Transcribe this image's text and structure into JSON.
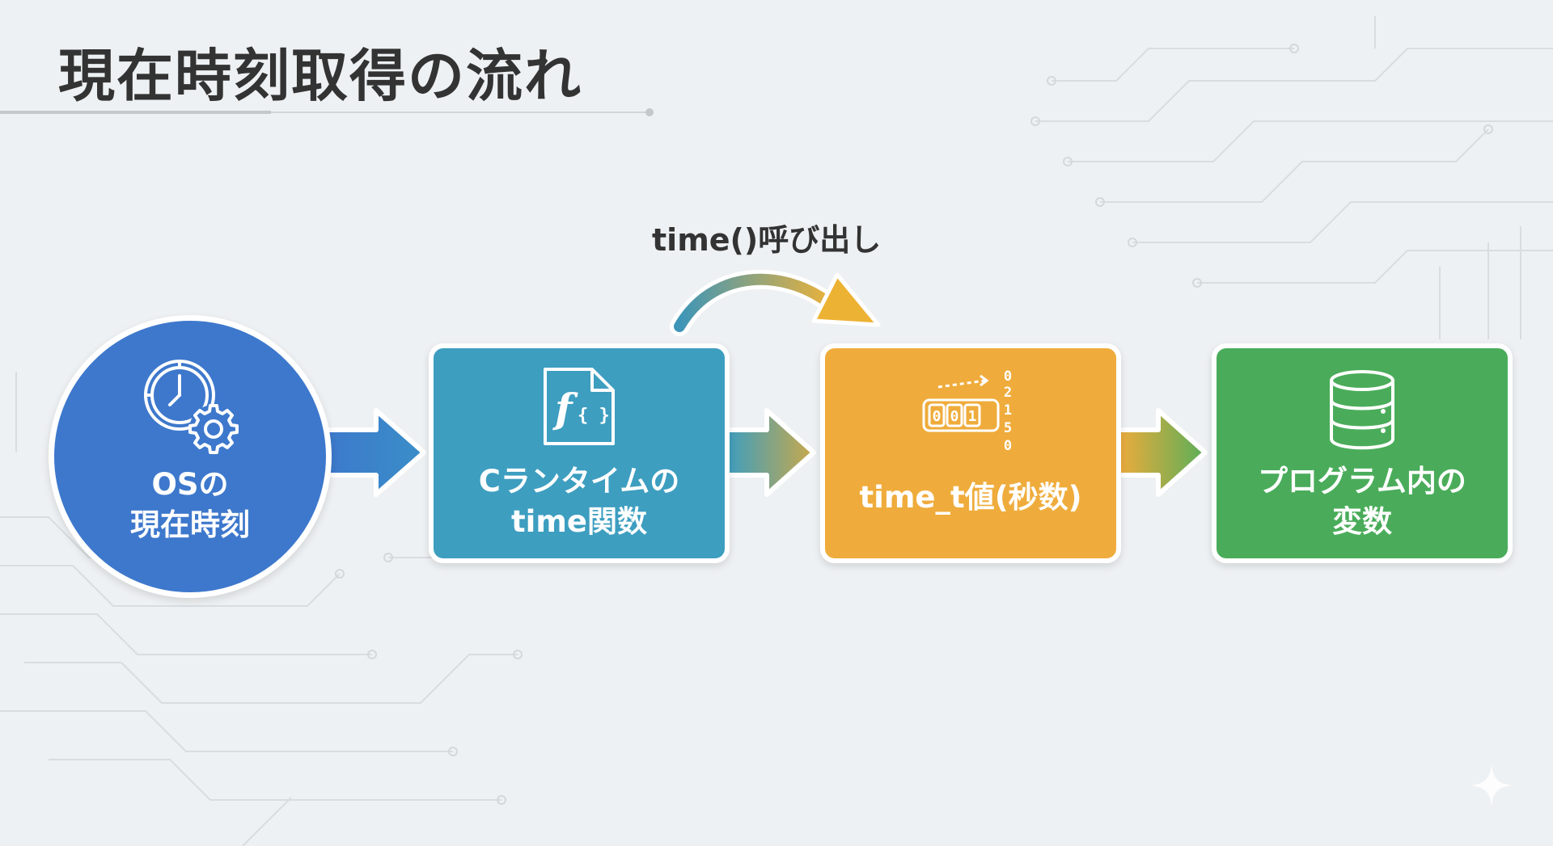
{
  "title": "現在時刻取得の流れ",
  "call_label": "time()呼び出し",
  "nodes": [
    {
      "id": "os",
      "lines": [
        "OSの",
        "現在時刻"
      ],
      "icon": "clock-gear-icon",
      "color": "#3d78cc"
    },
    {
      "id": "runtime",
      "lines": [
        "Cランタイムの",
        "time関数"
      ],
      "icon": "function-file-icon",
      "color": "#3d9ec0"
    },
    {
      "id": "timet",
      "lines": [
        "time_t値(秒数)"
      ],
      "icon": "digit-counter-icon",
      "color": "#efac3c"
    },
    {
      "id": "variable",
      "lines": [
        "プログラム内の",
        "変数"
      ],
      "icon": "database-icon",
      "color": "#4aac5a"
    }
  ],
  "counter": {
    "display": [
      "0",
      "0",
      "1"
    ],
    "roll": [
      "0",
      "2",
      "1",
      "5",
      "0"
    ]
  },
  "colors": {
    "background": "#eef1f3",
    "title": "#333333"
  }
}
